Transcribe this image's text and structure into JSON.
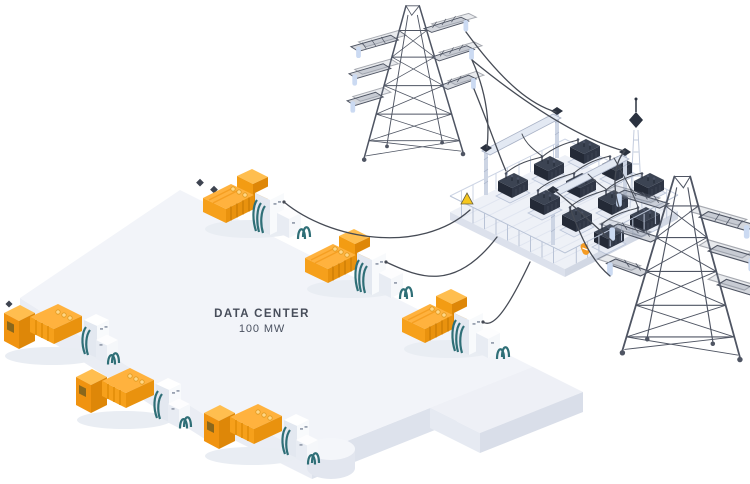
{
  "building": {
    "name": "DATA CENTER",
    "capacity": "100 MW"
  },
  "scene": {
    "background": "#ffffff",
    "continuation_dots": 3,
    "generator_units": 6,
    "transmission_towers": 2,
    "transformers": 11,
    "colors": {
      "generator_orange": "#f6a01b",
      "generator_orange_dark": "#de8708",
      "generator_orange_light": "#ffbe4f",
      "cabinet_light": "#f8fafc",
      "cabinet_shadow": "#e3e8f0",
      "pipe_teal": "#2f6f77",
      "roof": "#f2f4f9",
      "wall_light": "#eaedf4",
      "wall_dark": "#dde2ec",
      "steel": "#4f5563",
      "lattice_light": "#c6cfe0",
      "equipment_dark": "#2b323f",
      "wire": "#464b55",
      "insulator": "#cbdaf2",
      "warning_yellow": "#f6c71e",
      "warning_orange": "#f59b23",
      "label_text": "#474d5a"
    }
  }
}
